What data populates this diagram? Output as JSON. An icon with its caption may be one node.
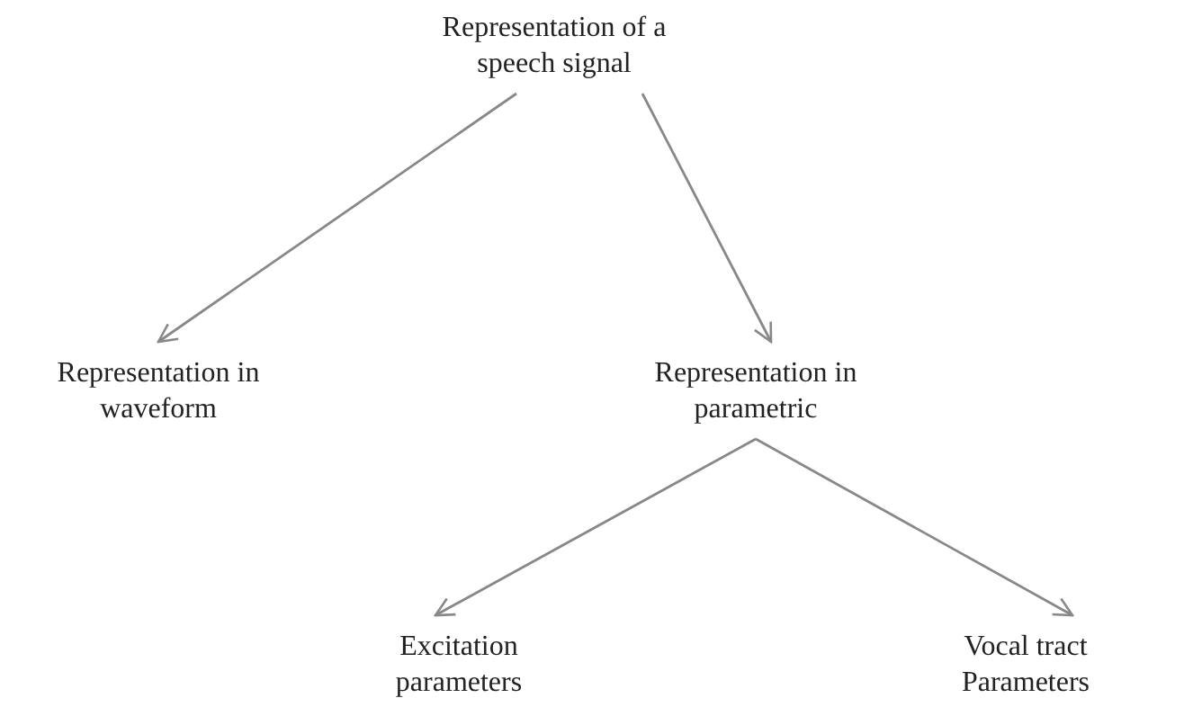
{
  "diagram": {
    "nodes": [
      {
        "text": [
          "Representation of a speech signal"
        ]
      },
      {
        "text": [
          "Representation in waveform"
        ]
      },
      {
        "text": [
          "Representation in parametric"
        ]
      },
      {
        "text": [
          "Excitation parameters"
        ]
      },
      {
        "text": [
          "Vocal tract Parameters"
        ]
      }
    ],
    "edges": [
      {
        "from": 0,
        "to": 1,
        "arrow": "to"
      },
      {
        "from": 0,
        "to": 2,
        "arrow": "to"
      },
      {
        "from": 2,
        "to": 3,
        "arrow": "to"
      },
      {
        "from": 2,
        "to": 4,
        "arrow": "to"
      }
    ]
  }
}
